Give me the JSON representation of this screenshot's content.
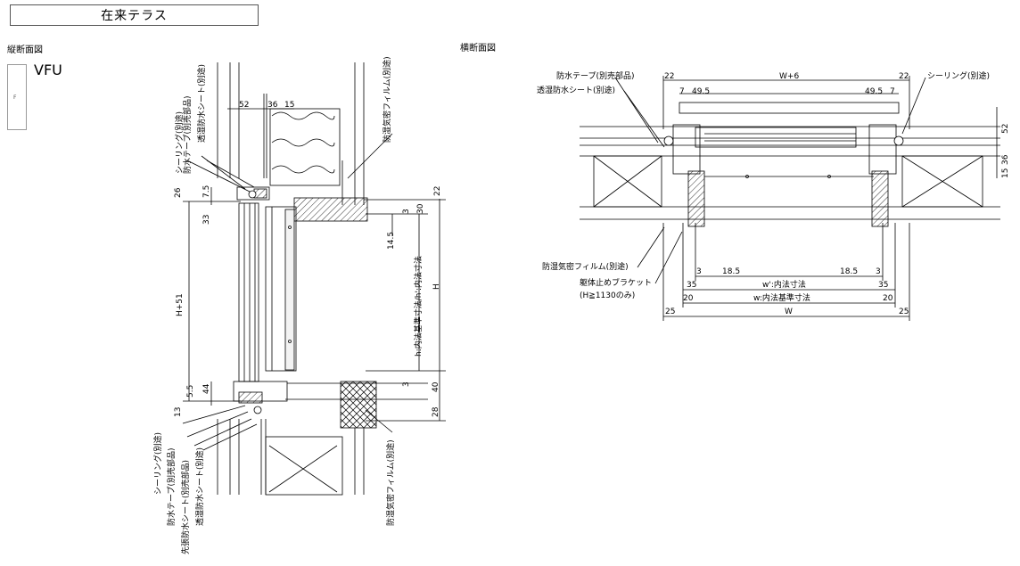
{
  "title": "在来テラス",
  "sections": {
    "vertical": "縦断面図",
    "horizontal": "横断面図"
  },
  "legend": {
    "mark": "F",
    "name": "VFU"
  },
  "vertical": {
    "callouts_top": [
      "シーリング(別途)",
      "防水テープ(別売部品)",
      "透湿防水シート(別途)",
      "防湿気密フィルム(別途)"
    ],
    "callouts_bottom": [
      "シーリング(別途)",
      "防水テープ(別売部品)",
      "先張防水シート(別売部品)",
      "透湿防水シート(別途)",
      "防湿気密フィルム(別途)"
    ],
    "dims_top": [
      "52",
      "36",
      "15"
    ],
    "dims_left": [
      "26",
      "7.5",
      "33",
      "H+51",
      "44",
      "5.5",
      "13"
    ],
    "dims_right": [
      "22",
      "30",
      "3",
      "14.5",
      "h:内法基準寸法/h':内法寸法",
      "H",
      "3",
      "40",
      "28"
    ]
  },
  "horizontal": {
    "callouts_left": [
      "防水テープ(別売部品)",
      "透湿防水シート(別途)",
      "防湿気密フィルム(別途)",
      "躯体止めブラケット",
      "(H≧1130のみ)"
    ],
    "callouts_right": [
      "シーリング(別途)"
    ],
    "dims_top": [
      "22",
      "W+6",
      "22",
      "7",
      "49.5",
      "49.5",
      "7"
    ],
    "dims_side": [
      "52",
      "36",
      "15"
    ],
    "dims_bottom": [
      "3",
      "18.5",
      "18.5",
      "3",
      "35",
      "w':内法寸法",
      "35",
      "20",
      "w:内法基準寸法",
      "20",
      "25",
      "W",
      "25"
    ]
  }
}
